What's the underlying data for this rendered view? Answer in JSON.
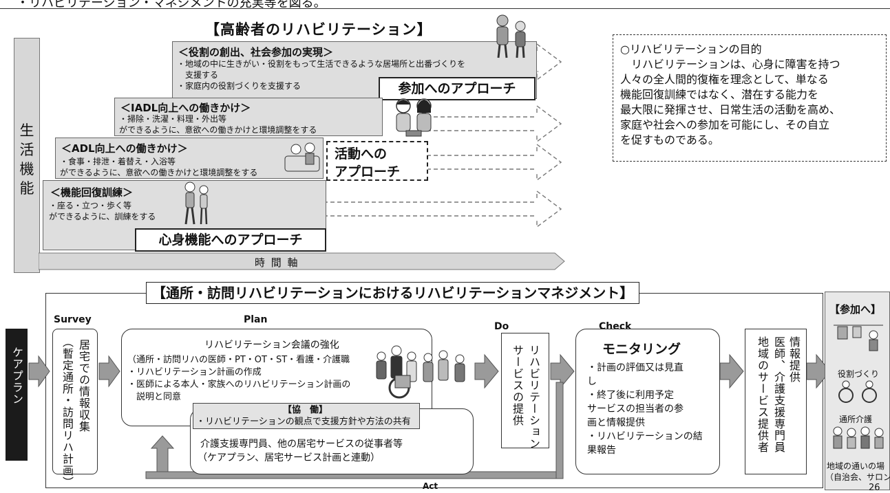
{
  "header_fragment": "・リハビリテーション・マネジメントの充実等を図る。",
  "elderly": {
    "title": "【高齢者のリハビリテーション】",
    "vertical_axis": [
      "生",
      "活",
      "機",
      "能"
    ],
    "time_axis": "時 間 軸",
    "steps": [
      {
        "heading": "＜役割の創出、社会参加の実現＞",
        "lines": [
          "・地域の中に生きがい・役割をもって生活できるような居場所と出番づくりを",
          "　支援する",
          "・家庭内の役割づくりを支援する"
        ]
      },
      {
        "heading": "＜IADL向上への働きかけ＞",
        "lines": [
          "・掃除・洗濯・料理・外出等",
          "ができるように、意欲への働きかけと環境調整をする"
        ]
      },
      {
        "heading": "＜ADL向上への働きかけ＞",
        "lines": [
          "・食事・排泄・着替え・入浴等",
          "ができるように、意欲への働きかけと環境調整をする"
        ]
      },
      {
        "heading": "＜機能回復訓練＞",
        "lines": [
          "・座る・立つ・歩く等",
          "ができるように、訓練をする"
        ]
      }
    ],
    "approaches": {
      "participation": "参加へのアプローチ",
      "activity": [
        "活動への",
        "アプローチ"
      ],
      "body": "心身機能へのアプローチ"
    },
    "purpose": {
      "heading": "○リハビリテーションの目的",
      "lines": [
        "　リハビリテーションは、心身に障害を持つ",
        "人々の全人間的復権を理念として、単なる",
        "機能回復訓練ではなく、潜在する能力を",
        "最大限に発揮させ、日常生活の活動を高め、",
        "家庭や社会への参加を可能にし、その自立",
        "を促すものである。"
      ]
    }
  },
  "management": {
    "title": "【通所・訪問リハビリテーションにおけるリハビリテーションマネジメント】",
    "care_plan": "ケアプラン",
    "phases": {
      "survey": "Survey",
      "plan": "Plan",
      "do": "Do",
      "check": "Check",
      "act": "Act"
    },
    "survey_box": [
      "居宅での情報収集",
      "（暫定通所・訪問リハ計画）"
    ],
    "plan": {
      "heading": "リハビリテーション会議の強化",
      "lines": [
        "（通所・訪問リハの医師・PT・OT・ST・看護・介護職",
        "・リハビリテーション計画の作成",
        "・医師による本人・家族へのリハビリテーション計画の",
        "　説明と同意"
      ]
    },
    "collab": {
      "title": "【協　働】",
      "text": "・リハビリテーションの観点で支援方針や方法の共有"
    },
    "partners": [
      "介護支援専門員、他の居宅サービスの従事者等",
      "（ケアプラン、居宅サービス計画と連動）"
    ],
    "do_box": [
      "リハビリテーション",
      "サービスの提供"
    ],
    "check": {
      "heading": "モニタリング",
      "lines": [
        "・計画の評価又は見直",
        "し",
        "・終了後に利用予定",
        "サービスの担当者の参",
        "画と情報提供",
        "・リハビリテーションの結",
        "果報告"
      ]
    },
    "info_box": [
      "情報提供",
      "医師、介護支援専門員",
      "地域のサービス提供者"
    ],
    "participation": {
      "title": "【参加へ】",
      "labels": [
        "役割づくり",
        "通所介護",
        "地域の通いの場",
        "（自治会、サロン）"
      ]
    },
    "page_number": "26"
  }
}
